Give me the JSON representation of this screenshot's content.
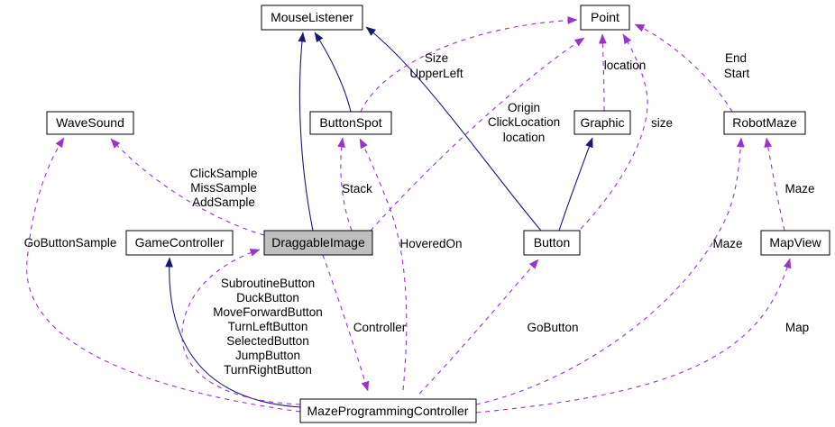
{
  "diagram": {
    "title": "MazeProgrammingController collaboration diagram",
    "colors": {
      "inheritance_edge": "#191970",
      "usage_edge": "#9a32cd",
      "node_fill": "#ffffff",
      "node_border": "#000000",
      "focus_node_fill": "#bfbfbf",
      "text": "#000000",
      "background": "#ffffff"
    },
    "nodes": {
      "mouselistener": {
        "label": "MouseListener"
      },
      "point": {
        "label": "Point"
      },
      "wavesound": {
        "label": "WaveSound"
      },
      "buttonspot": {
        "label": "ButtonSpot"
      },
      "graphic": {
        "label": "Graphic"
      },
      "robotmaze": {
        "label": "RobotMaze"
      },
      "gamecontroller": {
        "label": "GameController"
      },
      "draggableimage": {
        "label": "DraggableImage"
      },
      "button": {
        "label": "Button"
      },
      "mapview": {
        "label": "MapView"
      },
      "mazeprogrammingcontroller": {
        "label": "MazeProgrammingController"
      }
    },
    "edge_labels": {
      "samples": {
        "lines": [
          "ClickSample",
          "MissSample",
          "AddSample"
        ]
      },
      "stack": {
        "lines": [
          "Stack"
        ]
      },
      "size_upperleft": {
        "lines": [
          "Size",
          "UpperLeft"
        ]
      },
      "location_graphic": {
        "lines": [
          "location"
        ]
      },
      "end_start": {
        "lines": [
          "End",
          "Start"
        ]
      },
      "origin_clicklocation": {
        "lines": [
          "Origin",
          "ClickLocation",
          "location"
        ]
      },
      "size_button": {
        "lines": [
          "size"
        ]
      },
      "gobuttonsample": {
        "lines": [
          "GoButtonSample"
        ]
      },
      "hoveredon": {
        "lines": [
          "HoveredOn"
        ]
      },
      "buttons": {
        "lines": [
          "SubroutineButton",
          "DuckButton",
          "MoveForwardButton",
          "TurnLeftButton",
          "SelectedButton",
          "JumpButton",
          "TurnRightButton"
        ]
      },
      "controller": {
        "lines": [
          "Controller"
        ]
      },
      "gobutton": {
        "lines": [
          "GoButton"
        ]
      },
      "maze_from_mapview": {
        "lines": [
          "Maze"
        ]
      },
      "maze_from_controller": {
        "lines": [
          "Maze"
        ]
      },
      "map": {
        "lines": [
          "Map"
        ]
      }
    }
  }
}
